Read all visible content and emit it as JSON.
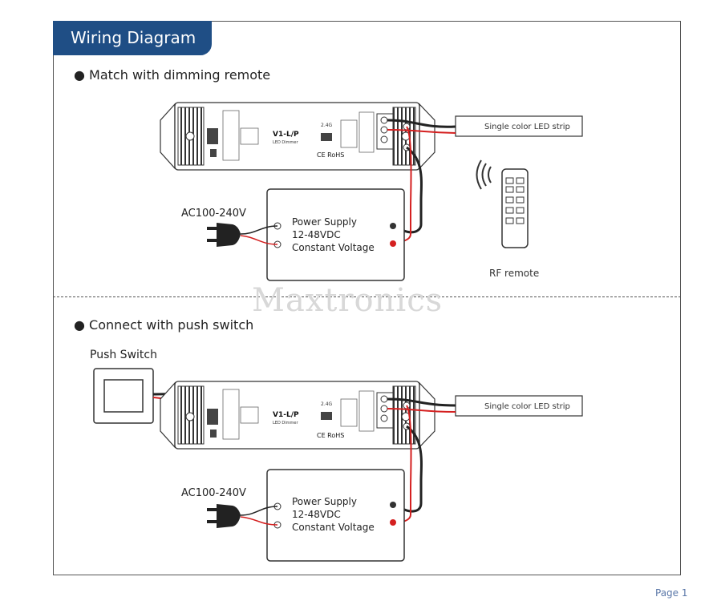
{
  "header": {
    "title": "Wiring Diagram"
  },
  "section1": {
    "heading": "Match with dimming remote",
    "controller": {
      "model": "V1-L/P",
      "subtitle": "LED Dimmer",
      "freq": "2.4G",
      "cert": "CE RoHS"
    },
    "strip_label": "Single color LED strip",
    "ac_label": "AC100-240V",
    "psu_lines": [
      "Power Supply",
      "12-48VDC",
      "Constant Voltage"
    ],
    "remote_label": "RF remote"
  },
  "section2": {
    "heading": "Connect with push switch",
    "switch_label": "Push Switch",
    "controller": {
      "model": "V1-L/P",
      "subtitle": "LED Dimmer",
      "freq": "2.4G",
      "cert": "CE RoHS"
    },
    "strip_label": "Single color LED strip",
    "ac_label": "AC100-240V",
    "psu_lines": [
      "Power Supply",
      "12-48VDC",
      "Constant Voltage"
    ]
  },
  "watermark": "Maxtronics",
  "footer": {
    "page": "Page 1"
  },
  "colors": {
    "header_bg": "#1f4e85",
    "wire_red": "#d42020",
    "wire_black": "#222222"
  }
}
